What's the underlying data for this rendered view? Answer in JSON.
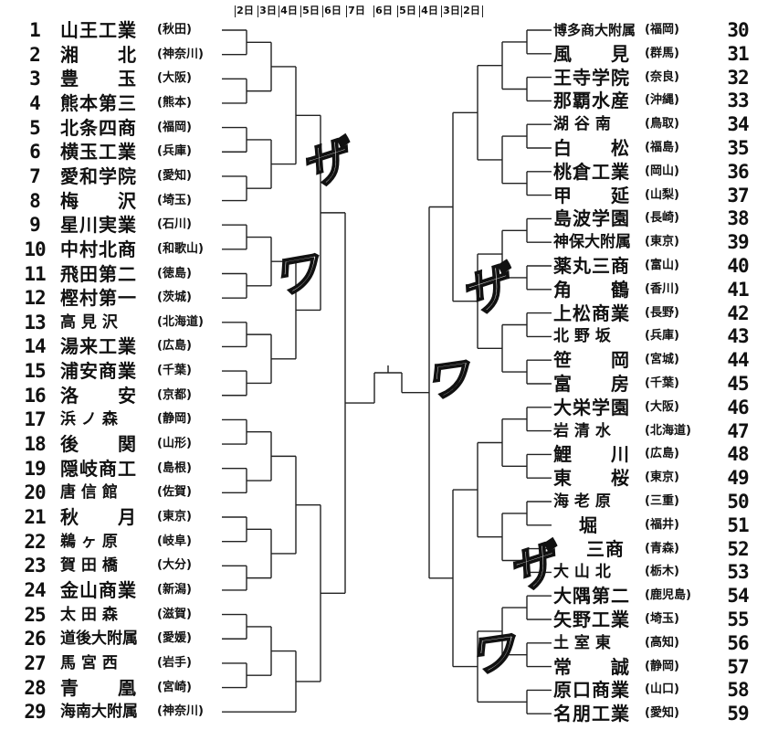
{
  "day_labels": [
    "2日",
    "3日",
    "4日",
    "5日",
    "6日",
    "7日",
    "6日",
    "5日",
    "4日",
    "3日",
    "2日"
  ],
  "left_teams": [
    {
      "num": "1",
      "school": "山王工業",
      "pref": "(秋田)"
    },
    {
      "num": "2",
      "school": "湘　　北",
      "pref": "(神奈川)"
    },
    {
      "num": "3",
      "school": "豊　　玉",
      "pref": "(大阪)"
    },
    {
      "num": "4",
      "school": "熊本第三",
      "pref": "(熊本)"
    },
    {
      "num": "5",
      "school": "北条四商",
      "pref": "(福岡)"
    },
    {
      "num": "6",
      "school": "横玉工業",
      "pref": "(兵庫)"
    },
    {
      "num": "7",
      "school": "愛和学院",
      "pref": "(愛知)"
    },
    {
      "num": "8",
      "school": "梅　　沢",
      "pref": "(埼玉)"
    },
    {
      "num": "9",
      "school": "星川実業",
      "pref": "(石川)"
    },
    {
      "num": "10",
      "school": "中村北商",
      "pref": "(和歌山)"
    },
    {
      "num": "11",
      "school": "飛田第二",
      "pref": "(徳島)"
    },
    {
      "num": "12",
      "school": "樫村第一",
      "pref": "(茨城)"
    },
    {
      "num": "13",
      "school": "高 見 沢",
      "pref": "(北海道)"
    },
    {
      "num": "14",
      "school": "湯来工業",
      "pref": "(広島)"
    },
    {
      "num": "15",
      "school": "浦安商業",
      "pref": "(千葉)"
    },
    {
      "num": "16",
      "school": "洛　　安",
      "pref": "(京都)"
    },
    {
      "num": "17",
      "school": "浜 ノ 森",
      "pref": "(静岡)"
    },
    {
      "num": "18",
      "school": "後　　関",
      "pref": "(山形)"
    },
    {
      "num": "19",
      "school": "隠岐商工",
      "pref": "(島根)"
    },
    {
      "num": "20",
      "school": "唐 信 館",
      "pref": "(佐賀)"
    },
    {
      "num": "21",
      "school": "秋　　月",
      "pref": "(東京)"
    },
    {
      "num": "22",
      "school": "鵜 ヶ 原",
      "pref": "(岐阜)"
    },
    {
      "num": "23",
      "school": "賀 田 橋",
      "pref": "(大分)"
    },
    {
      "num": "24",
      "school": "金山商業",
      "pref": "(新潟)"
    },
    {
      "num": "25",
      "school": "太 田 森",
      "pref": "(滋賀)"
    },
    {
      "num": "26",
      "school": "道後大附属",
      "pref": "(愛媛)"
    },
    {
      "num": "27",
      "school": "馬 宮 西",
      "pref": "(岩手)"
    },
    {
      "num": "28",
      "school": "青　　凰",
      "pref": "(宮崎)"
    },
    {
      "num": "29",
      "school": "海南大附属",
      "pref": "(神奈川)"
    }
  ],
  "right_teams": [
    {
      "num": "30",
      "school": "博多商大附属",
      "pref": "(福岡)"
    },
    {
      "num": "31",
      "school": "風　　見",
      "pref": "(群馬)"
    },
    {
      "num": "32",
      "school": "王寺学院",
      "pref": "(奈良)"
    },
    {
      "num": "33",
      "school": "那覇水産",
      "pref": "(沖縄)"
    },
    {
      "num": "34",
      "school": "湖 谷 南",
      "pref": "(鳥取)"
    },
    {
      "num": "35",
      "school": "白　　松",
      "pref": "(福島)"
    },
    {
      "num": "36",
      "school": "桃倉工業",
      "pref": "(岡山)"
    },
    {
      "num": "37",
      "school": "甲　　延",
      "pref": "(山梨)"
    },
    {
      "num": "38",
      "school": "島波学園",
      "pref": "(長崎)"
    },
    {
      "num": "39",
      "school": "神保大附属",
      "pref": "(東京)"
    },
    {
      "num": "40",
      "school": "薬丸三商",
      "pref": "(富山)"
    },
    {
      "num": "41",
      "school": "角　　鶴",
      "pref": "(香川)"
    },
    {
      "num": "42",
      "school": "上松商業",
      "pref": "(長野)"
    },
    {
      "num": "43",
      "school": "北 野 坂",
      "pref": "(兵庫)"
    },
    {
      "num": "44",
      "school": "笹　　岡",
      "pref": "(宮城)"
    },
    {
      "num": "45",
      "school": "富　　房",
      "pref": "(千葉)"
    },
    {
      "num": "46",
      "school": "大栄学園",
      "pref": "(大阪)"
    },
    {
      "num": "47",
      "school": "岩 清 水",
      "pref": "(北海道)"
    },
    {
      "num": "48",
      "school": "鯉　　川",
      "pref": "(広島)"
    },
    {
      "num": "49",
      "school": "東　　桜",
      "pref": "(東京)"
    },
    {
      "num": "50",
      "school": "海 老 原",
      "pref": "(三重)"
    },
    {
      "num": "51",
      "school": "堀",
      "pref": "(福井)"
    },
    {
      "num": "52",
      "school": "三商",
      "pref": "(青森)"
    },
    {
      "num": "53",
      "school": "大 山 北",
      "pref": "(栃木)"
    },
    {
      "num": "54",
      "school": "大隅第二",
      "pref": "(鹿児島)"
    },
    {
      "num": "55",
      "school": "矢野工業",
      "pref": "(埼玉)"
    },
    {
      "num": "56",
      "school": "土 室 東",
      "pref": "(高知)"
    },
    {
      "num": "57",
      "school": "常　　誠",
      "pref": "(静岡)"
    },
    {
      "num": "58",
      "school": "原口商業",
      "pref": "(山口)"
    },
    {
      "num": "59",
      "school": "名朋工業",
      "pref": "(愛知)"
    }
  ],
  "onomatopoeia": [
    "ザ",
    "ワ",
    "ザ",
    "ワ",
    "ザ",
    "ワ"
  ],
  "colors": {
    "ink": "#111111",
    "paper": "#ffffff"
  }
}
